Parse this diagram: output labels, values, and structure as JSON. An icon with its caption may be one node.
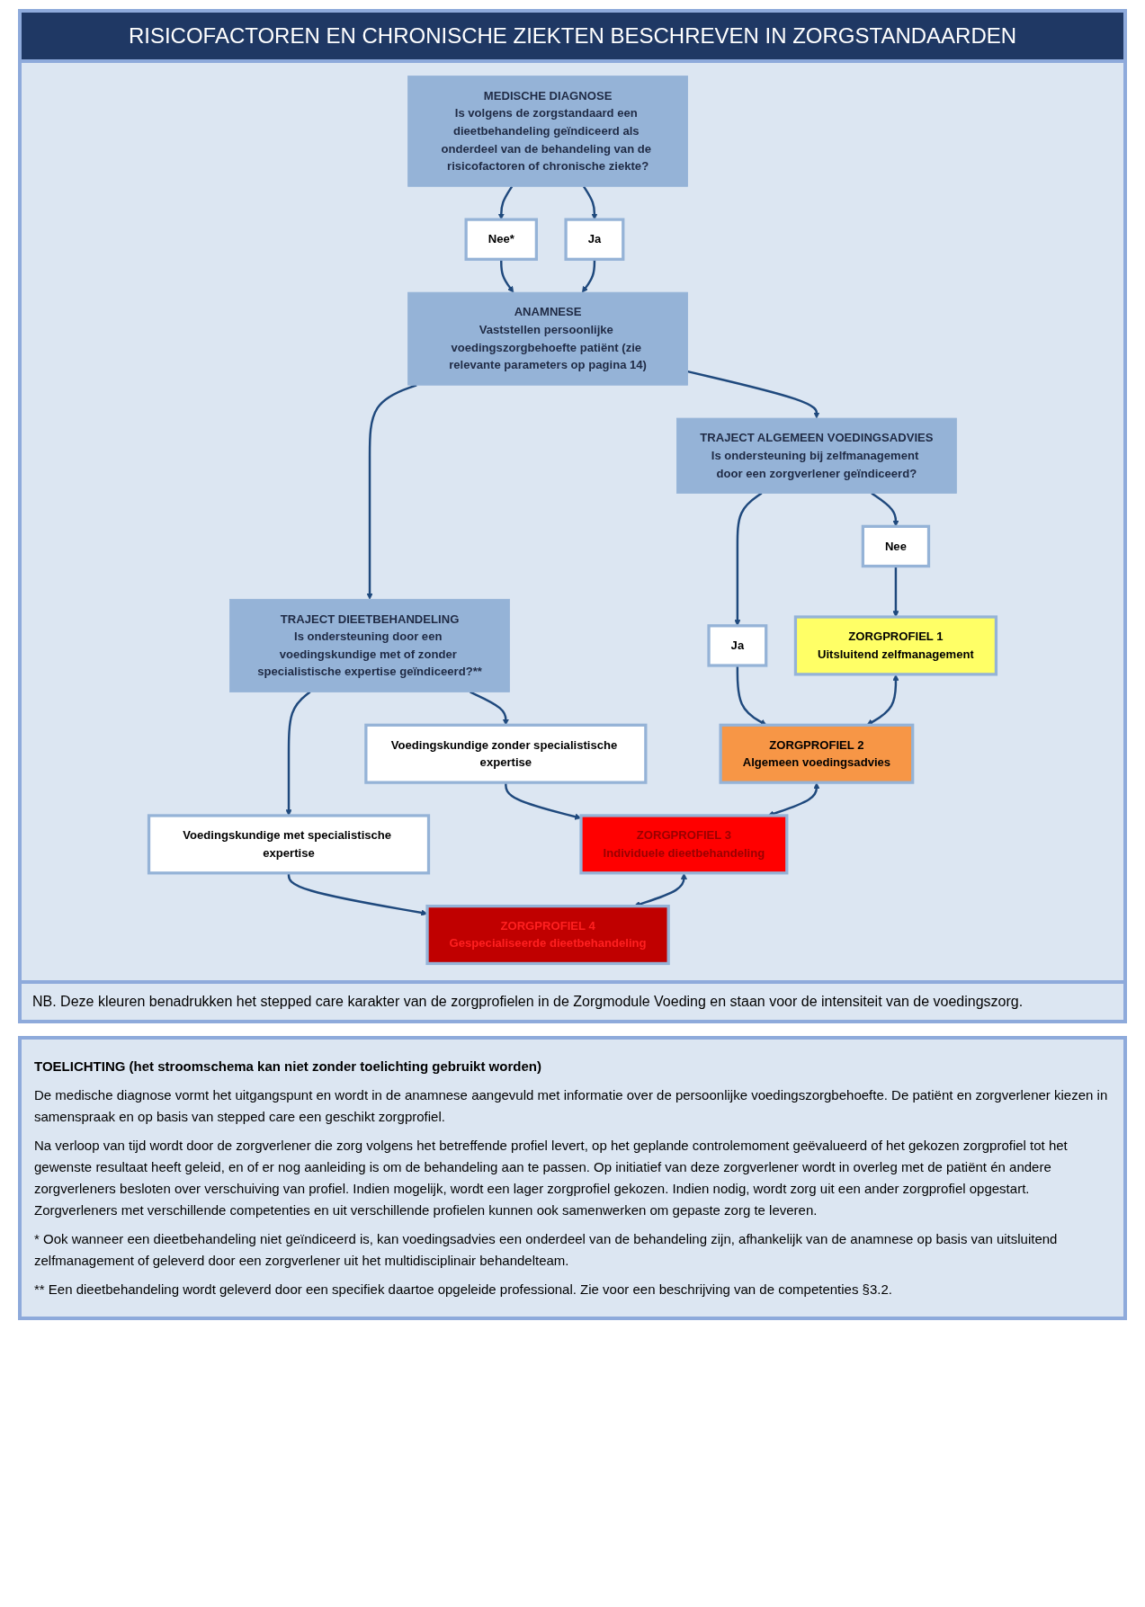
{
  "diagram": {
    "title": "RISICOFACTOREN EN CHRONISCHE ZIEKTEN BESCHREVEN IN ZORGSTANDAARDEN",
    "nodes": [
      {
        "text": [
          "MEDISCHE DIAGNOSE",
          "Is volgens de zorgstandaard een dieetbehandeling geïndiceerd als onderdeel van de behandeling van de risicofactoren of chronische ziekte?"
        ]
      },
      {
        "text": [
          "Nee*"
        ]
      },
      {
        "text": [
          "Ja"
        ]
      },
      {
        "text": [
          "ANAMNESE",
          "Vaststellen persoonlijke voedingszorgbehoefte patiënt (zie relevante parameters op pagina 14)"
        ]
      },
      {
        "text": [
          "TRAJECT ALGEMEEN VOEDINGSADVIES",
          "Is ondersteuning bij zelfmanagement door een zorgverlener geïndiceerd?"
        ]
      },
      {
        "text": [
          "TRAJECT DIEETBEHANDELING",
          "Is ondersteuning door een voedingskundige met of zonder specialistische expertise geïndiceerd?**"
        ]
      },
      {
        "text": [
          "Nee"
        ]
      },
      {
        "text": [
          "Ja"
        ]
      },
      {
        "text": [
          "Voedingskundige zonder specialistische expertise"
        ]
      },
      {
        "text": [
          "Voedingskundige met specialistische expertise"
        ]
      },
      {
        "text": [
          "ZORGPROFIEL 1",
          "Uitsluitend zelfmanagement"
        ]
      },
      {
        "text": [
          "ZORGPROFIEL 2",
          "Algemeen voedingsadvies"
        ]
      },
      {
        "text": [
          "ZORGPROFIEL 3",
          "Individuele dieetbehandeling"
        ]
      },
      {
        "text": [
          "ZORGPROFIEL 4",
          "Gespecialiseerde dieetbehandeling"
        ]
      }
    ],
    "edges": [
      {
        "from": 0,
        "to": 1,
        "arrow": "to"
      },
      {
        "from": 0,
        "to": 2,
        "arrow": "to"
      },
      {
        "from": 1,
        "to": 3,
        "arrow": "to"
      },
      {
        "from": 2,
        "to": 3,
        "arrow": "to"
      },
      {
        "from": 3,
        "to": 4,
        "arrow": "to"
      },
      {
        "from": 3,
        "to": 5,
        "arrow": "to"
      },
      {
        "from": 4,
        "to": 6,
        "arrow": "to"
      },
      {
        "from": 4,
        "to": 7,
        "arrow": "to"
      },
      {
        "from": 5,
        "to": 8,
        "arrow": "to"
      },
      {
        "from": 5,
        "to": 9,
        "arrow": "to"
      },
      {
        "from": 6,
        "to": 10,
        "arrow": "to"
      },
      {
        "from": 7,
        "to": 11,
        "arrow": "to"
      },
      {
        "from": 8,
        "to": 12,
        "arrow": "to"
      },
      {
        "from": 9,
        "to": 13,
        "arrow": "to"
      },
      {
        "from": 10,
        "to": 11,
        "arrow": "both"
      },
      {
        "from": 11,
        "to": 12,
        "arrow": "both"
      },
      {
        "from": 12,
        "to": 13,
        "arrow": "both"
      }
    ],
    "labels": [
      "NB. Deze kleuren benadrukken het stepped care karakter van de zorgprofielen in de Zorgmodule Voeding en staan voor de intensiteit van de voedingszorg.",
      "TOELICHTING (het stroomschema kan niet zonder toelichting gebruikt worden)",
      "De medische diagnose vormt het uitgangspunt en wordt in de anamnese aangevuld met informatie over de persoonlijke voedingszorgbehoefte. De patiënt en zorgverlener kiezen in samenspraak en op basis van stepped care een geschikt zorgprofiel.",
      "Na verloop van tijd wordt door de zorgverlener die zorg volgens het betreffende profiel levert, op het geplande controlemoment geëvalueerd of het gekozen zorgprofiel tot het gewenste resultaat heeft geleid, en of er nog aanleiding is om de behandeling aan te passen. Op initiatief van deze zorgverlener wordt in overleg met de patiënt én andere zorgverleners besloten over verschuiving van profiel. Indien mogelijk, wordt een lager zorgprofiel gekozen. Indien nodig, wordt zorg uit een ander zorgprofiel opgestart. Zorgverleners met verschillende competenties en uit verschillende profielen kunnen ook samenwerken om gepaste zorg te leveren.",
      "* Ook wanneer een dieetbehandeling niet geïndiceerd is, kan voedingsadvies een onderdeel van de behandeling zijn, afhankelijk van de anamnese op basis van uitsluitend zelfmanagement of geleverd door een zorgverlener uit het multidisciplinair behandelteam.",
      "** Een dieetbehandeling wordt geleverd door een specifiek daartoe opgeleide professional. Zie voor een beschrijving van de competenties §3.2."
    ]
  }
}
